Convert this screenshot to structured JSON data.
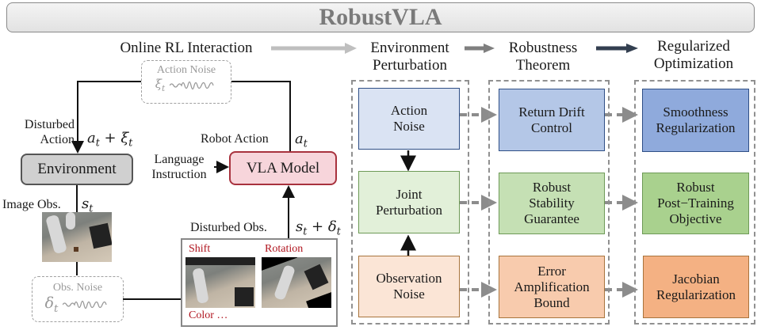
{
  "title": "RobustVLA",
  "stages": {
    "online": "Online RL Interaction",
    "perturbation": [
      "Environment",
      "Perturbation"
    ],
    "theorem": [
      "Robustness",
      "Theorem"
    ],
    "optimization": [
      "Regularized",
      "Optimization"
    ]
  },
  "loop": {
    "action_noise": {
      "label": "Action Noise",
      "symbol": "ξt"
    },
    "obs_noise": {
      "label": "Obs. Noise",
      "symbol": "δt"
    },
    "disturbed_action": [
      "Disturbed",
      "Action"
    ],
    "disturbed_action_math": "at + ξt",
    "environment": "Environment",
    "vla_model": "VLA Model",
    "robot_action": "Robot Action",
    "robot_action_math": "at",
    "language_instruction": [
      "Language",
      "Instruction"
    ],
    "image_obs": "Image Obs.",
    "image_obs_math": "st",
    "disturbed_obs": "Disturbed Obs.",
    "disturbed_obs_math": "st + δt",
    "perturb_types": {
      "shift": "Shift",
      "rotation": "Rotation",
      "color": "Color …"
    }
  },
  "columns": {
    "perturbation": [
      {
        "lines": [
          "Action",
          "Noise"
        ],
        "color": "#dae3f3",
        "border": "#2f4f86"
      },
      {
        "lines": [
          "Joint",
          "Perturbation"
        ],
        "color": "#e2f0d9",
        "border": "#6e9a57"
      },
      {
        "lines": [
          "Observation",
          "Noise"
        ],
        "color": "#fbe5d6",
        "border": "#a8743d"
      }
    ],
    "theorem": [
      {
        "lines": [
          "Return Drift",
          "Control"
        ],
        "color": "#b4c7e7",
        "border": "#2f4f86"
      },
      {
        "lines": [
          "Robust",
          "Stability",
          "Guarantee"
        ],
        "color": "#c5e0b4",
        "border": "#6e9a57"
      },
      {
        "lines": [
          "Error",
          "Amplification",
          "Bound"
        ],
        "color": "#f8cbad",
        "border": "#a8743d"
      }
    ],
    "optimization": [
      {
        "lines": [
          "Smoothness",
          "Regularization"
        ],
        "color": "#8faadc",
        "border": "#2f4f86"
      },
      {
        "lines": [
          "Robust",
          "Post−Training",
          "Objective"
        ],
        "color": "#a9d18e",
        "border": "#6e9a57"
      },
      {
        "lines": [
          "Jacobian",
          "Regularization"
        ],
        "color": "#f4b183",
        "border": "#a8743d"
      }
    ]
  },
  "arrow_colors": {
    "stage1": "#bfbfbf",
    "stage2": "#7f7f7f",
    "stage3": "#333f50"
  }
}
